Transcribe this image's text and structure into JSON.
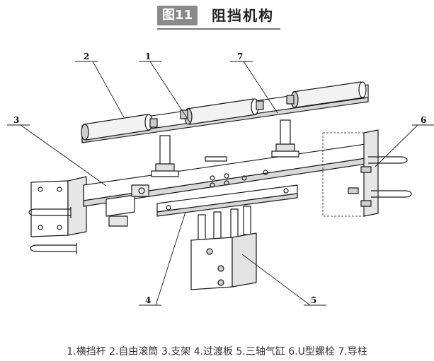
{
  "title": {
    "figure_label": "图11",
    "text": "阻挡机构"
  },
  "callouts": [
    {
      "id": "c1",
      "label": "1"
    },
    {
      "id": "c2",
      "label": "2"
    },
    {
      "id": "c3",
      "label": "3"
    },
    {
      "id": "c4",
      "label": "4"
    },
    {
      "id": "c5",
      "label": "5"
    },
    {
      "id": "c6",
      "label": "6"
    },
    {
      "id": "c7",
      "label": "7"
    }
  ],
  "caption": "1.横挡杆 2.自由滚筒 3.支架 4.过渡板 5.三轴气缸 6.U型螺栓 7.导柱"
}
